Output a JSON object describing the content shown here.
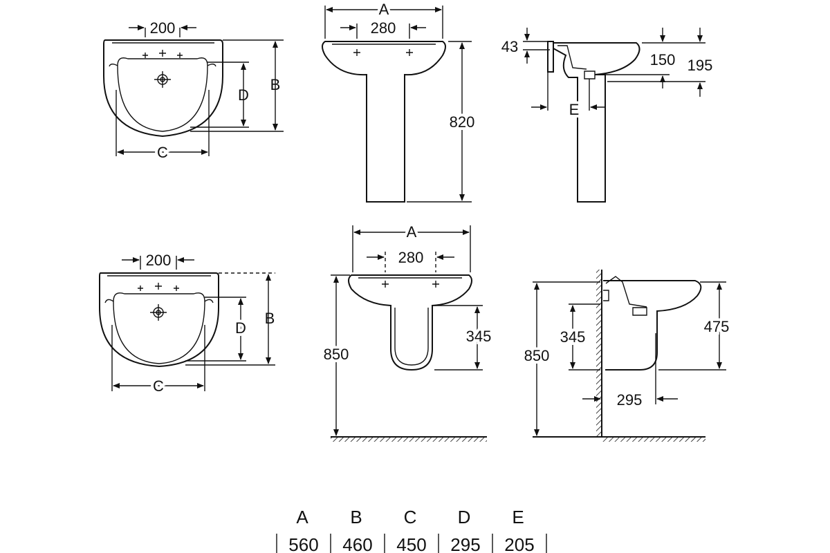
{
  "labels": {
    "tap_spacing": "200",
    "hole_spacing": "280",
    "A": "A",
    "B": "B",
    "C": "C",
    "D": "D",
    "E": "E",
    "pedestal_height": "820",
    "rim_43": "43",
    "depth_150": "150",
    "depth_195": "195",
    "install_height": "850",
    "half_pedestal": "345",
    "side_475": "475",
    "wall_295": "295"
  },
  "table": {
    "headers": [
      "A",
      "B",
      "C",
      "D",
      "E"
    ],
    "values": [
      "560",
      "460",
      "450",
      "295",
      "205"
    ]
  }
}
